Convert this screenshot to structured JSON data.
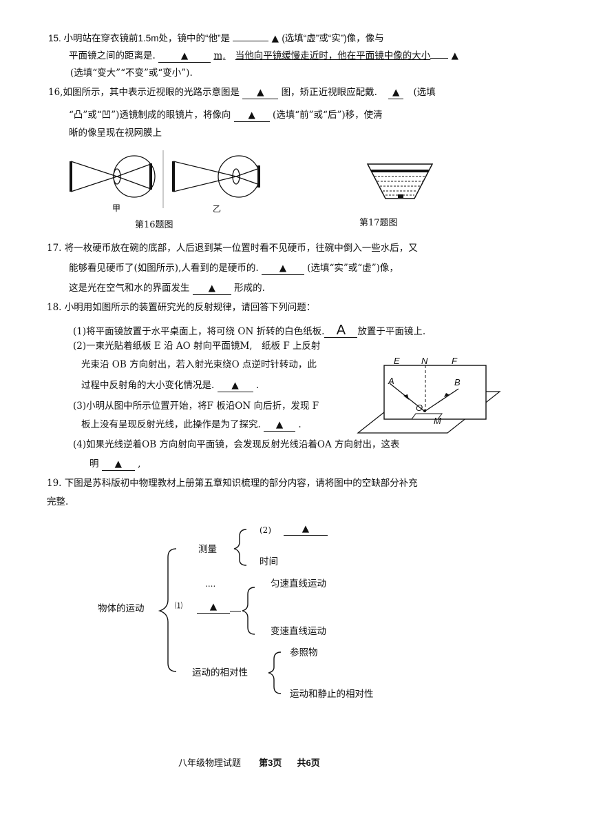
{
  "q15": {
    "line1_a": "15. 小明站在穿衣镜前1.5m处，镜中的“他”是",
    "blank1": "▲",
    "line1_b": "(选填“虚”或“实”)像，像与",
    "line2_a": "平面镜之间的距离是.",
    "blank2": "▲",
    "line2_b": "m,",
    "line2_c": "当他向平镜缓慢走近时，他在平面镜中像的大小",
    "blank3": "▲",
    "line3": "(选填“变大”“不变”或“变小”).",
    "mark": "▲"
  },
  "q16": {
    "line1_a": "16,如图所示，其中表示近视眼的光路示意图是",
    "blank1": "▲",
    "line1_b": "图，矫正近视眼应配戴.",
    "blank2": "▲",
    "line1_c": "(选填",
    "line2_a": "“凸”或“凹”)透镜制成的眼镜片，将像向",
    "blank3": "▲",
    "line2_b": "(选填“前”或“后”)移，使清",
    "line3": "晰的像呈现在视网膜上",
    "label_jia": "甲",
    "label_yi": "乙",
    "caption": "第16题图",
    "caption17": "第17题图"
  },
  "q17": {
    "line1": "17. 将一枚硬币放在碗的底部，人后退到某一位置时看不见硬币，往碗中倒入一些水后，又",
    "line2_a": "能够看见硬币了(如图所示),人看到的是硬币的.",
    "blank1": "▲",
    "line2_b": "(选填“实”或“虚”)像，",
    "line3_a": "这是光在空气和水的界面发生",
    "blank2": "▲",
    "line3_b": "形成的."
  },
  "q18": {
    "title": "18. 小明用如图所示的装置研究光的反射规律，请回答下列问题：",
    "s1_a": "(1)将平面镜放置于水平桌面上，将可绕 ON 折转的白色纸板.",
    "s1_blank": "A",
    "s1_b": "放置于平面镜上.",
    "s2_l1": "(2)一束光贴着纸板 E 沿 AO 射向平面镜M,　纸板 F 上反射",
    "s2_l2": "光束沿 OB 方向射出，若入射光束绕O 点逆时针转动，此",
    "s2_l3_a": "过程中反射角的大小变化情况是.",
    "s2_blank": "▲",
    "s3_l1": "(3)小明从图中所示位置开始，将F 板沿ON 向后折，发现 F",
    "s3_l2_a": "板上没有呈现反射光线，此操作是为了探究.",
    "s3_blank": "▲",
    "s4_l1": "(4)如果光线逆着OB 方向射向平面镜，会发现反射光线沿着OA 方向射出，这表",
    "s4_l2_a": "明",
    "s4_blank": "▲",
    "s4_l2_b": ",",
    "fig": {
      "E": "E",
      "N": "N",
      "F": "F",
      "A": "A",
      "B": "B",
      "O": "O",
      "M": "M"
    }
  },
  "q19": {
    "line1": "19. 下图是苏科版初中物理教材上册第五章知识梳理的部分内容，请将图中的空缺部分补充",
    "line2": "完整.",
    "root": "物体的运动",
    "measure": "测量",
    "blank2_num": "(2)",
    "blank2": "▲",
    "time": "时间",
    "dots": "....",
    "blank1_num": "⑴",
    "blank1": "▲",
    "uniform": "匀速直线运动",
    "variable": "变速直线运动",
    "relativity": "运动的相对性",
    "reference": "参照物",
    "rel_motion": "运动和静止的相对性"
  },
  "footer": {
    "subject": "八年级物理试题",
    "page": "第3页",
    "total": "共6页"
  }
}
